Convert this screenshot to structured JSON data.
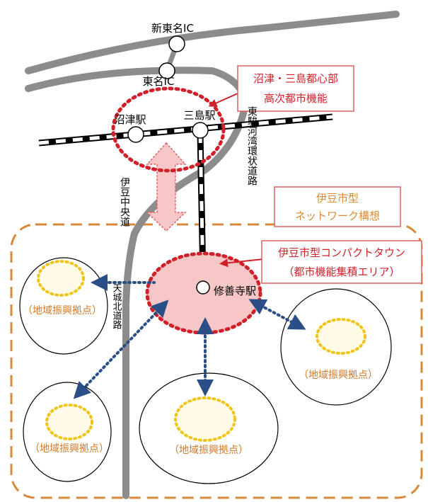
{
  "labels": {
    "shin_tomei_ic": "新東名IC",
    "tomei_ic": "東名IC",
    "numazu_station": "沼津駅",
    "mishima_station": "三島駅",
    "shuzenji_station": "修善寺駅",
    "izu_chuo_road": "伊豆中央道",
    "tohi_road": "東駿河湾環状道路",
    "amagi_road": "天城北道路"
  },
  "callouts": {
    "numazu_mishima_title": "沼津・三島都心部",
    "numazu_mishima_sub": "高次都市機能",
    "izu_network_title": "伊豆市型",
    "izu_network_sub": "ネットワーク構想",
    "compact_title": "伊豆市型コンパクトタウン",
    "compact_sub": "（都市機能集積エリア）"
  },
  "hubs": {
    "top_left": "（地域振興拠点）",
    "right": "（地域振興拠点）",
    "bottom_center": "（地域振興拠点）",
    "bottom_left": "（地域振興拠点）"
  },
  "colors": {
    "road": "#8c8c8c",
    "red_dotted": "#d0202a",
    "orange_dashed": "#d88a3a",
    "yellow_dotted": "#f0c419",
    "blue_dotted": "#2a4f86",
    "pink_fill": "#f7c6c6",
    "callout_border": "#e06060",
    "hub_text": "#d07a2a"
  }
}
